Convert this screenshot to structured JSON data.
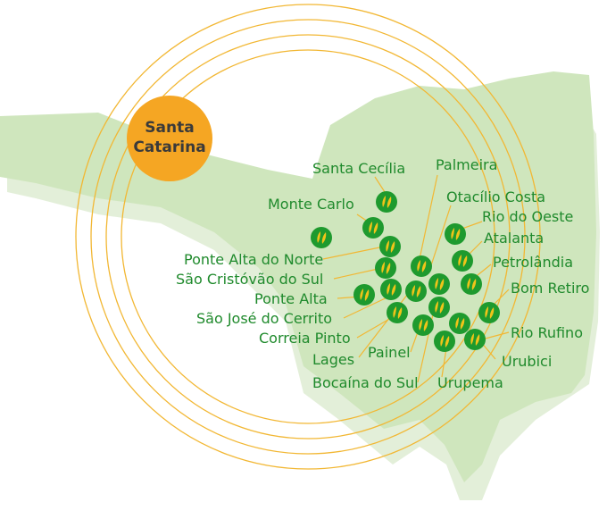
{
  "map": {
    "region_label_line1": "Santa",
    "region_label_line2": "Catarina",
    "colors": {
      "land": "#cfe6bd",
      "land_shadow": "#e3efd9",
      "orbit": "#f2b733",
      "badge": "#f5a623",
      "marker": "#1e9a2e",
      "marker_leaf": "#f0c419",
      "label": "#1f8a2c",
      "leader_line": "#f2b733"
    },
    "marker_icon": "wheat-leaf-icon",
    "cities": [
      {
        "name": "Santa Cecília"
      },
      {
        "name": "Palmeira"
      },
      {
        "name": "Monte Carlo"
      },
      {
        "name": "Otacílio Costa"
      },
      {
        "name": "Rio do Oeste"
      },
      {
        "name": "Atalanta"
      },
      {
        "name": "Ponte Alta do Norte"
      },
      {
        "name": "São Cristóvão do Sul"
      },
      {
        "name": "Petrolândia"
      },
      {
        "name": "Ponte Alta"
      },
      {
        "name": "Bom Retiro"
      },
      {
        "name": "São José do Cerrito"
      },
      {
        "name": "Correia Pinto"
      },
      {
        "name": "Rio Rufino"
      },
      {
        "name": "Painel"
      },
      {
        "name": "Lages"
      },
      {
        "name": "Urubici"
      },
      {
        "name": "Bocaína do Sul"
      },
      {
        "name": "Urupema"
      }
    ]
  }
}
